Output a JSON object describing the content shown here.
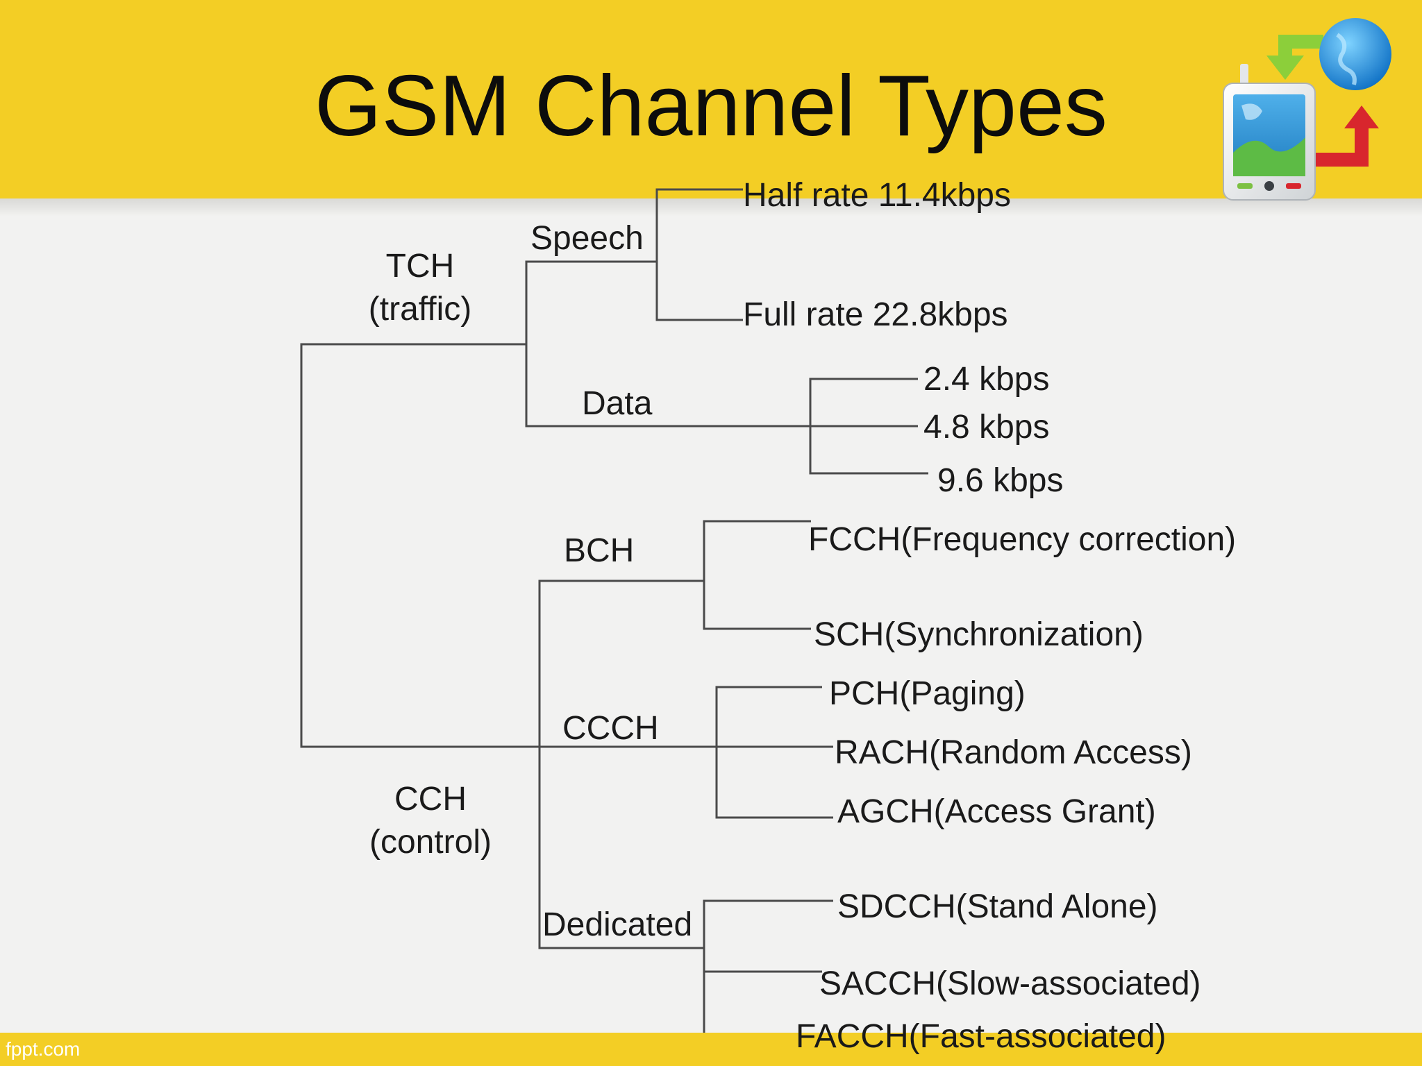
{
  "slide": {
    "title": "GSM Channel Types",
    "footer": "fppt.com"
  },
  "colors": {
    "header_yellow": "#f3ce25",
    "background": "#f2f2f1",
    "lines": "#4a4a4a"
  },
  "tree": {
    "tch": {
      "name": "TCH",
      "sub": "(traffic)",
      "speech": {
        "name": "Speech",
        "items": [
          "Half rate 11.4kbps",
          "Full rate 22.8kbps"
        ]
      },
      "data": {
        "name": "Data",
        "items": [
          "2.4 kbps",
          "4.8 kbps",
          "9.6 kbps"
        ]
      }
    },
    "cch": {
      "name": "CCH",
      "sub": "(control)",
      "bch": {
        "name": "BCH",
        "items": [
          "FCCH(Frequency correction)",
          "SCH(Synchronization)"
        ]
      },
      "ccch": {
        "name": "CCCH",
        "items": [
          "PCH(Paging)",
          "RACH(Random Access)",
          "AGCH(Access Grant)"
        ]
      },
      "dedicated": {
        "name": "Dedicated",
        "items": [
          "SDCCH(Stand Alone)",
          "SACCH(Slow-associated)",
          "FACCH(Fast-associated)"
        ]
      }
    }
  }
}
